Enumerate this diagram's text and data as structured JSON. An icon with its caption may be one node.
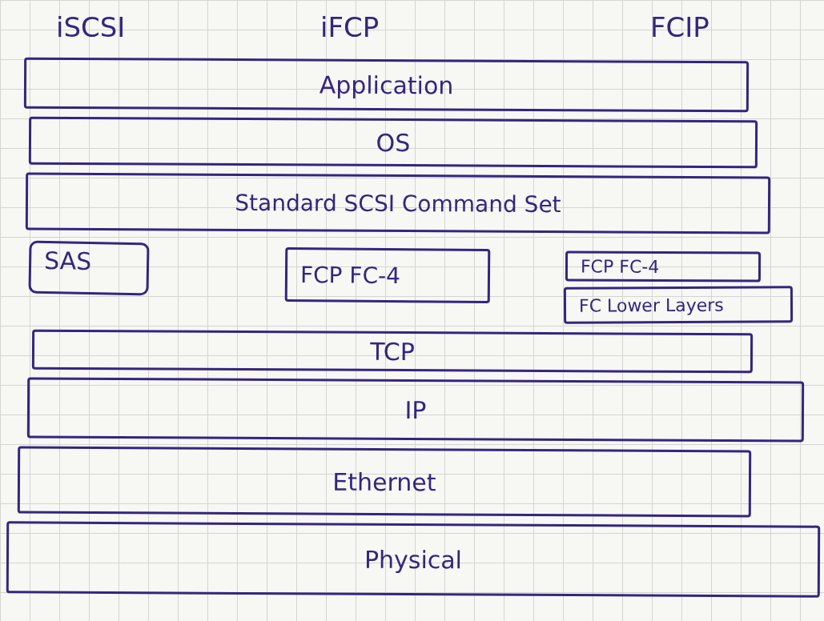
{
  "diagram": {
    "nodes": [
      {
        "text": [
          "Application"
        ]
      },
      {
        "text": [
          "OS"
        ]
      },
      {
        "text": [
          "Standard SCSI Command Set"
        ]
      },
      {
        "text": [
          "SAS"
        ]
      },
      {
        "text": [
          "FCP FC-4"
        ]
      },
      {
        "text": [
          "FCP FC-4"
        ]
      },
      {
        "text": [
          "FC Lower Layers"
        ]
      },
      {
        "text": [
          "TCP"
        ]
      },
      {
        "text": [
          "IP"
        ]
      },
      {
        "text": [
          "Ethernet"
        ]
      },
      {
        "text": [
          "Physical"
        ]
      }
    ],
    "labels": [
      "iSCSI",
      "iFCP",
      "FCIP"
    ]
  }
}
